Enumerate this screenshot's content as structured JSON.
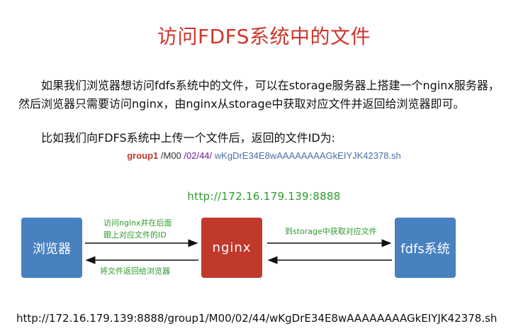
{
  "title": "访问FDFS系统中的文件",
  "paragraph": {
    "line1": "如果我们浏览器想访问fdfs系统中的文件，可以在storage服务器上搭建一个nginx服务器，",
    "line2": "然后浏览器只需要访问nginx，由nginx从storage中获取对应文件并返回给浏览器即可。"
  },
  "intro_line": "比如我们向FDFS系统中上传一个文件后，返回的文件ID为:",
  "file_id": {
    "group": "group1",
    "sep1": " /M00 ",
    "dirs": "/02/44/",
    "name": " wKgDrE34E8wAAAAAAAAGkEIYJK42378.sh"
  },
  "nginx_url": "http://172.16.179.139:8888",
  "nodes": {
    "browser": "浏览器",
    "nginx": "nginx",
    "fdfs": "fdfs系统"
  },
  "edges": {
    "browser_to_nginx_line1": "访问nginx并在后面",
    "browser_to_nginx_line2": "跟上对应文件的ID",
    "nginx_to_fdfs": "到storage中获取对应文件",
    "nginx_to_browser": "将文件返回给浏览器"
  },
  "full_url": "http://172.16.179.139:8888/group1/M00/02/44/wKgDrE34E8wAAAAAAAAGkEIYJK42378.sh",
  "colors": {
    "title": "#d0342c",
    "browser_box": "#4781c0",
    "nginx_box": "#c0392b",
    "fdfs_box": "#4781c0",
    "annotation": "#2e9a2e"
  }
}
